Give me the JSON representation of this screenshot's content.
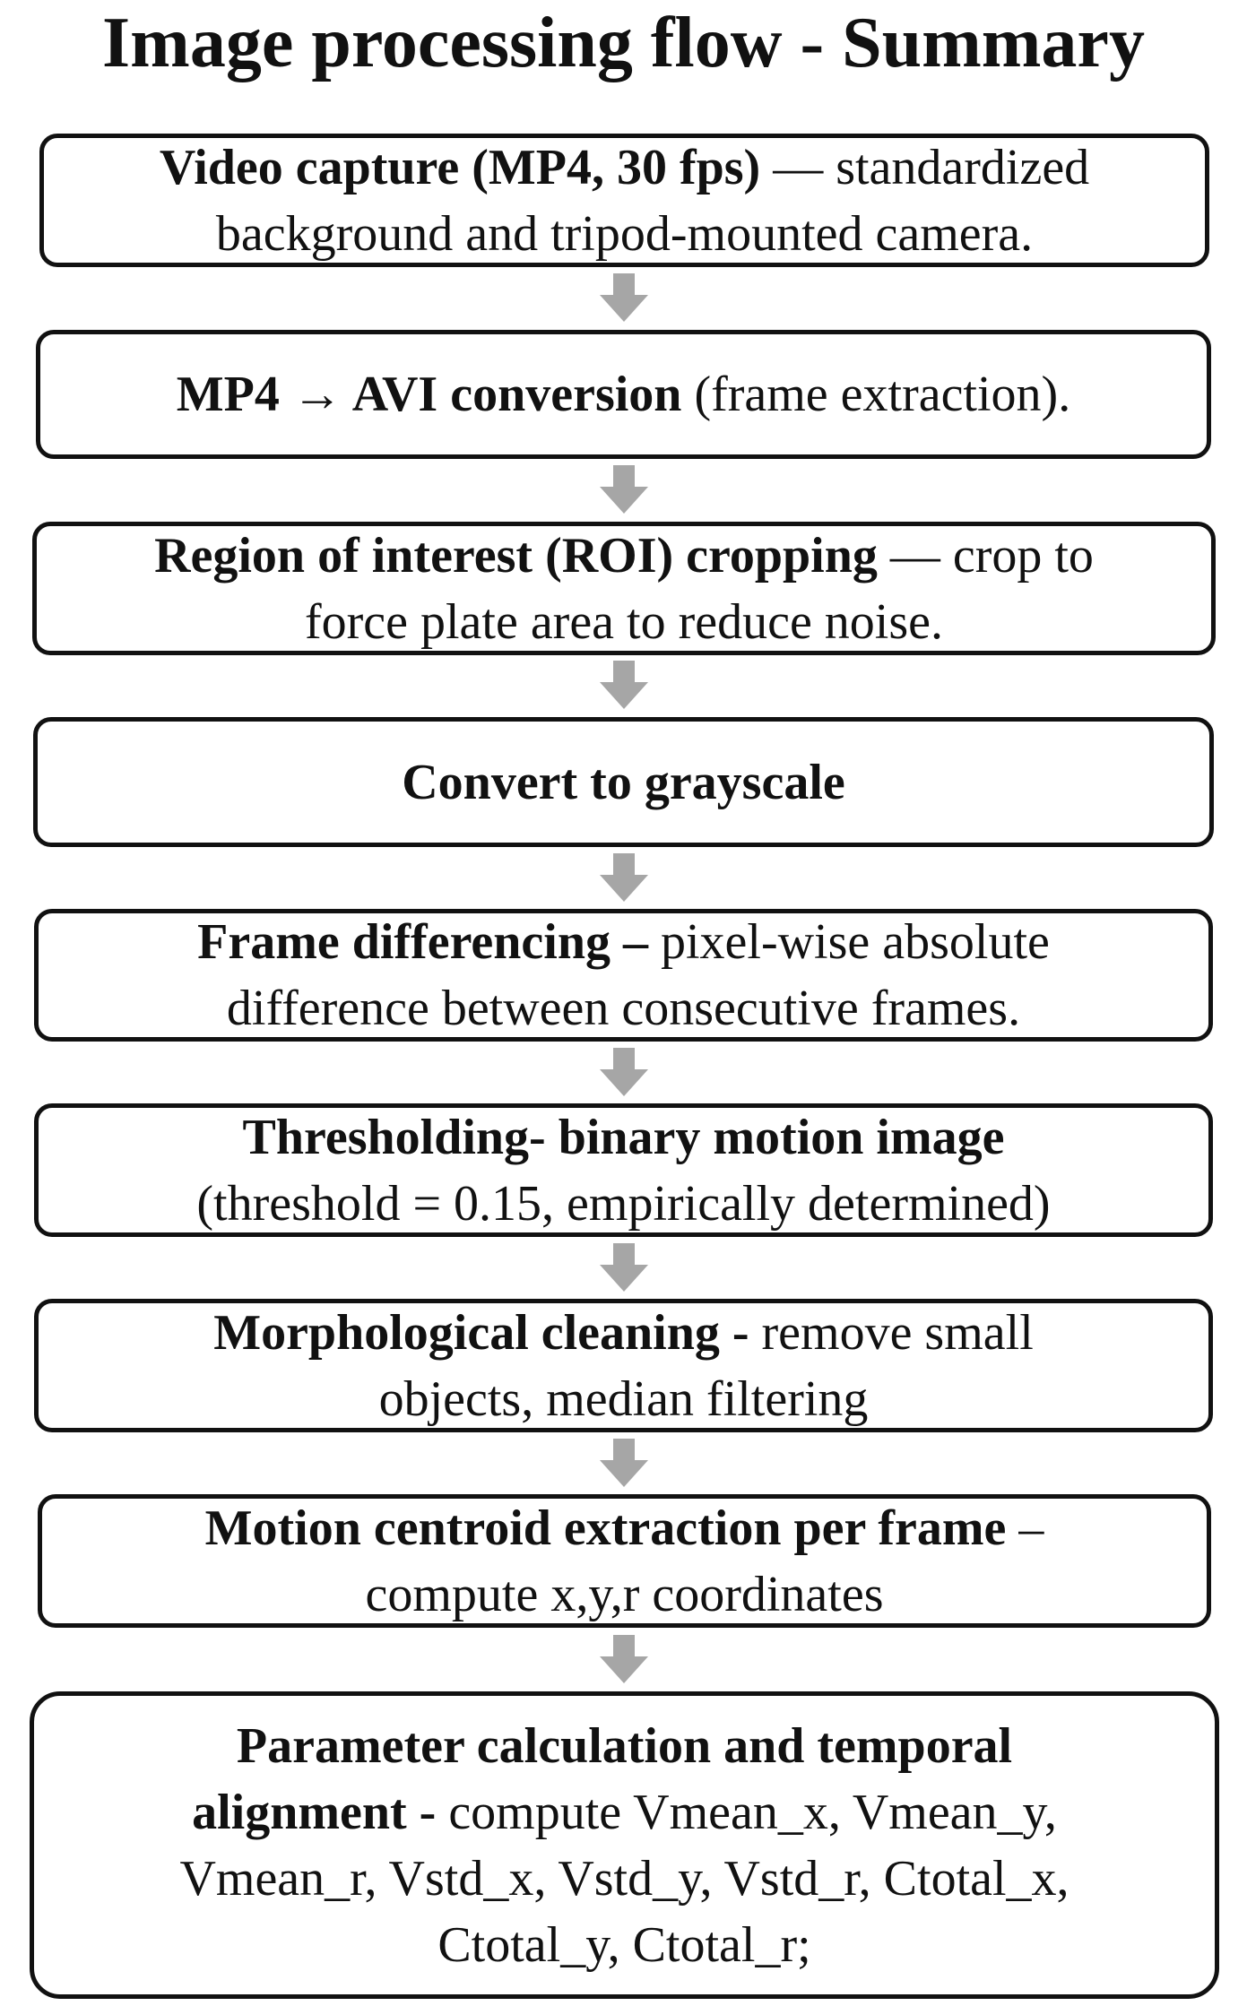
{
  "title": "Image processing flow - Summary",
  "arrow_color": "#a6a6a6",
  "steps": [
    {
      "lines": [
        {
          "bold": "Video capture (MP4, 30 fps)",
          "normal": " — standardized"
        },
        {
          "bold": "",
          "normal": "background and tripod-mounted camera."
        }
      ]
    },
    {
      "lines": [
        {
          "bold": "MP4 → AVI conversion",
          "normal": " (frame extraction)."
        }
      ]
    },
    {
      "lines": [
        {
          "bold": "Region of interest (ROI) cropping",
          "normal": " — crop to"
        },
        {
          "bold": "",
          "normal": "force plate area to reduce noise."
        }
      ]
    },
    {
      "lines": [
        {
          "bold": "Convert to grayscale",
          "normal": ""
        }
      ]
    },
    {
      "lines": [
        {
          "bold": "Frame differencing –",
          "normal": " pixel-wise absolute"
        },
        {
          "bold": "",
          "normal": "difference between consecutive frames."
        }
      ]
    },
    {
      "lines": [
        {
          "bold": "Thresholding- binary motion image",
          "normal": ""
        },
        {
          "bold": "",
          "normal": "(threshold = 0.15, empirically determined)"
        }
      ]
    },
    {
      "lines": [
        {
          "bold": "Morphological cleaning -",
          "normal": " remove small"
        },
        {
          "bold": "",
          "normal": "objects, median filtering"
        }
      ]
    },
    {
      "lines": [
        {
          "bold": "Motion centroid extraction per frame",
          "normal": " –"
        },
        {
          "bold": "",
          "normal": "compute x,y,r coordinates"
        }
      ]
    },
    {
      "lines": [
        {
          "bold": "Parameter calculation and temporal",
          "normal": ""
        },
        {
          "bold": "alignment -",
          "normal": " compute Vmean_x, Vmean_y,"
        },
        {
          "bold": "",
          "normal": "Vmean_r, Vstd_x, Vstd_y, Vstd_r, Ctotal_x,"
        },
        {
          "bold": "",
          "normal": "Ctotal_y, Ctotal_r;"
        }
      ]
    }
  ]
}
